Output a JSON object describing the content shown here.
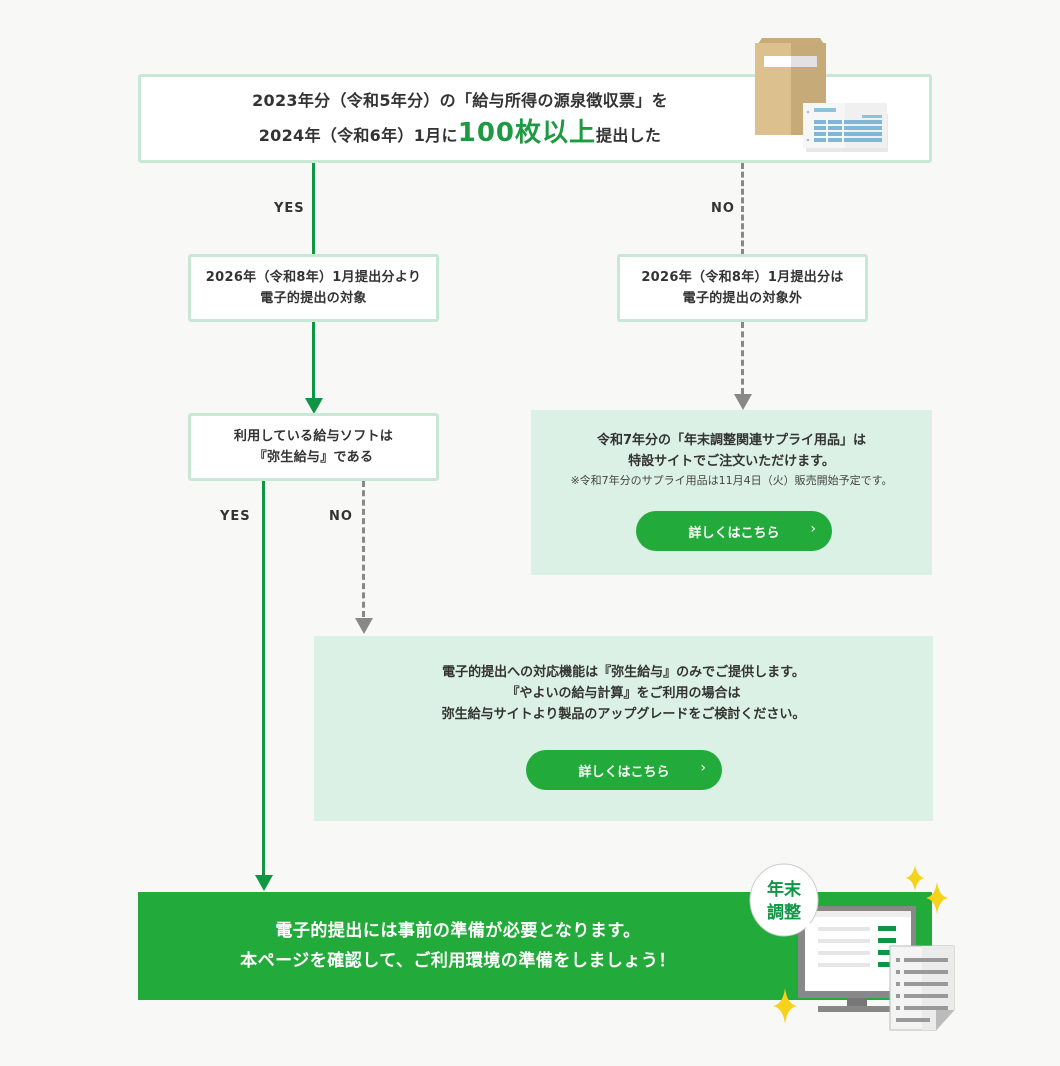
{
  "colors": {
    "green": "#22aa3a",
    "dark_green": "#0e9644",
    "light_green_panel": "#dcf1e6",
    "box_border": "#c8e8d6",
    "gray_connector": "#888888",
    "background": "#f8f8f6"
  },
  "top_question": {
    "line1": "2023年分（令和5年分）の「給与所得の源泉徴収票」を",
    "line2_prefix": "2024年（令和6年）1月に",
    "line2_highlight": "100枚以上",
    "line2_suffix": "提出した",
    "illustration": "envelope-and-slips-icon"
  },
  "labels": {
    "yes1": "YES",
    "no1": "NO",
    "yes2": "YES",
    "no2": "NO"
  },
  "yes_result": {
    "line1": "2026年（令和8年）1月提出分より",
    "line2": "電子的提出の対象"
  },
  "no_result": {
    "line1": "2026年（令和8年）1月提出分は",
    "line2": "電子的提出の対象外"
  },
  "software_question": {
    "line1": "利用している給与ソフトは",
    "line2": "『弥生給与』である"
  },
  "supply_panel": {
    "line1": "令和7年分の「年末調整関連サプライ用品」は",
    "line2": "特設サイトでご注文いただけます。",
    "note": "※令和7年分のサプライ用品は11月4日（火）販売開始予定です。",
    "button_label": "詳しくはこちら",
    "button_icon": "chevron-right-icon"
  },
  "upgrade_panel": {
    "line1": "電子的提出への対応機能は『弥生給与』のみでご提供します。",
    "line2": "『やよいの給与計算』をご利用の場合は",
    "line3": "弥生給与サイトより製品のアップグレードをご検討ください。",
    "button_label": "詳しくはこちら",
    "button_icon": "chevron-right-icon"
  },
  "final_banner": {
    "line1": "電子的提出には事前の準備が必要となります。",
    "line2": "本ページを確認して、ご利用環境の準備をしましょう！",
    "bubble_line1": "年末",
    "bubble_line2": "調整",
    "illustration": "computer-and-document-icon"
  }
}
